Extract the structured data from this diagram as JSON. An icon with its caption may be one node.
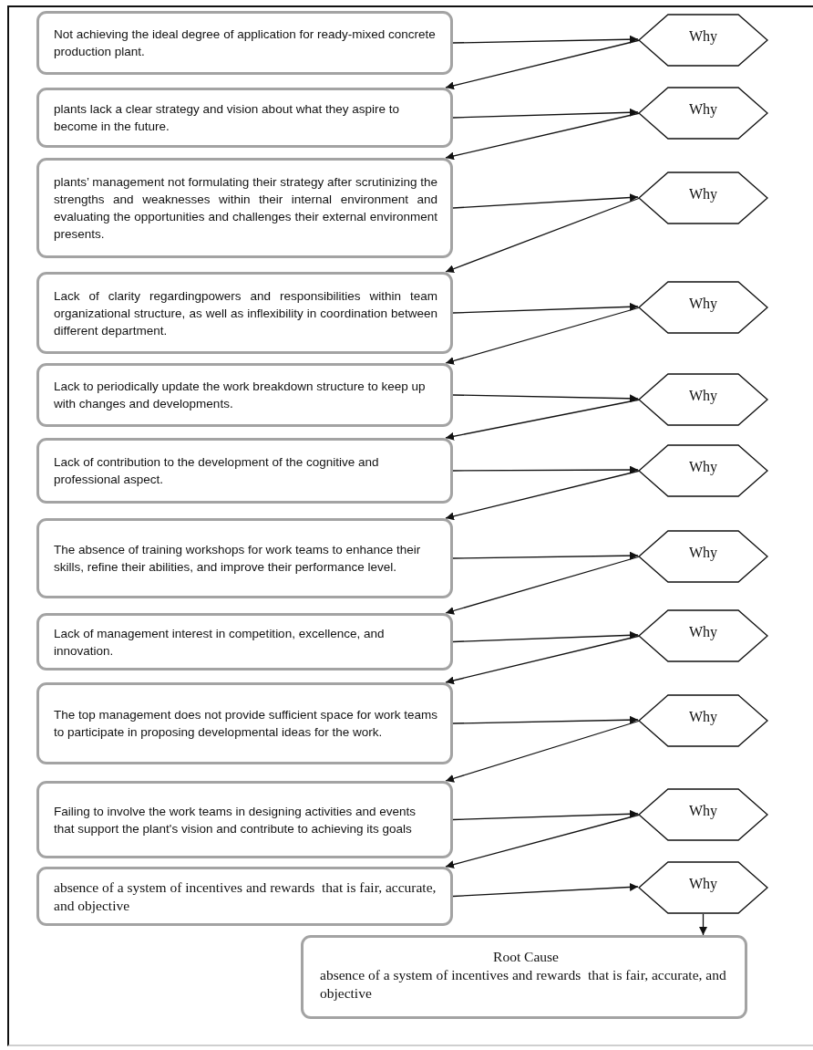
{
  "diagram": {
    "nodes": [
      {
        "text": [
          "Not achieving the ideal degree of application for ready-mixed concrete production plant."
        ]
      },
      {
        "text": [
          "Why"
        ]
      },
      {
        "text": [
          "plants lack a clear strategy and vision about what they aspire to become in the future."
        ]
      },
      {
        "text": [
          "Why"
        ]
      },
      {
        "text": [
          "plants’ management not formulating their strategy after scrutinizing the strengths and weaknesses within their internal environment and evaluating the opportunities and challenges their external environment presents."
        ]
      },
      {
        "text": [
          "Why"
        ]
      },
      {
        "text": [
          "Lack of clarity regardingpowers and responsibilities within team organizational structure, as well as inflexibility in coordination between different department."
        ]
      },
      {
        "text": [
          "Why"
        ]
      },
      {
        "text": [
          "Lack to periodically update the work breakdown structure to keep up with changes and developments."
        ]
      },
      {
        "text": [
          "Why"
        ]
      },
      {
        "text": [
          "Lack of contribution to the development of the cognitive and professional aspect."
        ]
      },
      {
        "text": [
          "Why"
        ]
      },
      {
        "text": [
          "The absence of training workshops for work teams to enhance their skills, refine their abilities, and improve their performance level."
        ]
      },
      {
        "text": [
          "Why"
        ]
      },
      {
        "text": [
          "Lack of management interest in competition, excellence, and innovation."
        ]
      },
      {
        "text": [
          "Why"
        ]
      },
      {
        "text": [
          "The top management does not provide sufficient space for work teams to participate in proposing developmental ideas for the work."
        ]
      },
      {
        "text": [
          "Why"
        ]
      },
      {
        "text": [
          "Failing to involve the work teams in designing activities and events that support the plant's vision and contribute to achieving its goals"
        ]
      },
      {
        "text": [
          "Why"
        ]
      },
      {
        "text": [
          "absence of a system of incentives and rewards  that is fair, accurate, and objective"
        ]
      },
      {
        "text": [
          "Why"
        ]
      },
      {
        "text": [
          "Root Cause",
          "absence of a system of incentives and rewards  that is fair, accurate, and objective"
        ]
      }
    ],
    "edges": [
      {
        "from": 0,
        "to": 1,
        "arrow": "to"
      },
      {
        "from": 1,
        "to": 2,
        "arrow": "to"
      },
      {
        "from": 2,
        "to": 3,
        "arrow": "to"
      },
      {
        "from": 3,
        "to": 4,
        "arrow": "to"
      },
      {
        "from": 4,
        "to": 5,
        "arrow": "to"
      },
      {
        "from": 5,
        "to": 6,
        "arrow": "to"
      },
      {
        "from": 6,
        "to": 7,
        "arrow": "to"
      },
      {
        "from": 7,
        "to": 8,
        "arrow": "to"
      },
      {
        "from": 8,
        "to": 9,
        "arrow": "to"
      },
      {
        "from": 9,
        "to": 10,
        "arrow": "to"
      },
      {
        "from": 10,
        "to": 11,
        "arrow": "to"
      },
      {
        "from": 11,
        "to": 12,
        "arrow": "to"
      },
      {
        "from": 12,
        "to": 13,
        "arrow": "to"
      },
      {
        "from": 13,
        "to": 14,
        "arrow": "to"
      },
      {
        "from": 14,
        "to": 15,
        "arrow": "to"
      },
      {
        "from": 15,
        "to": 16,
        "arrow": "to"
      },
      {
        "from": 16,
        "to": 17,
        "arrow": "to"
      },
      {
        "from": 17,
        "to": 18,
        "arrow": "to"
      },
      {
        "from": 18,
        "to": 19,
        "arrow": "to"
      },
      {
        "from": 19,
        "to": 20,
        "arrow": "to"
      },
      {
        "from": 20,
        "to": 21,
        "arrow": "to"
      },
      {
        "from": 21,
        "to": 22,
        "arrow": "to"
      }
    ]
  }
}
